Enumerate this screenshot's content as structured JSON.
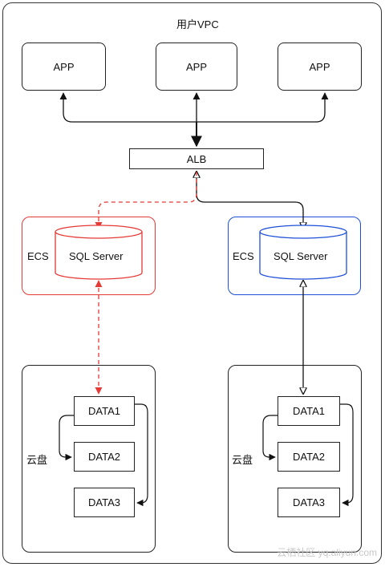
{
  "vpc": {
    "title": "用户VPC"
  },
  "apps": [
    {
      "label": "APP"
    },
    {
      "label": "APP"
    },
    {
      "label": "APP"
    }
  ],
  "alb": {
    "label": "ALB"
  },
  "ecs_left": {
    "label": "ECS",
    "db": "SQL Server",
    "color": "#e53935"
  },
  "ecs_right": {
    "label": "ECS",
    "db": "SQL Server",
    "color": "#1e4fd8"
  },
  "disk_left": {
    "label": "云盘",
    "items": [
      "DATA1",
      "DATA2",
      "DATA3"
    ]
  },
  "disk_right": {
    "label": "云盘",
    "items": [
      "DATA1",
      "DATA2",
      "DATA3"
    ]
  },
  "watermark": "云栖社区 yq.aliyun.com"
}
